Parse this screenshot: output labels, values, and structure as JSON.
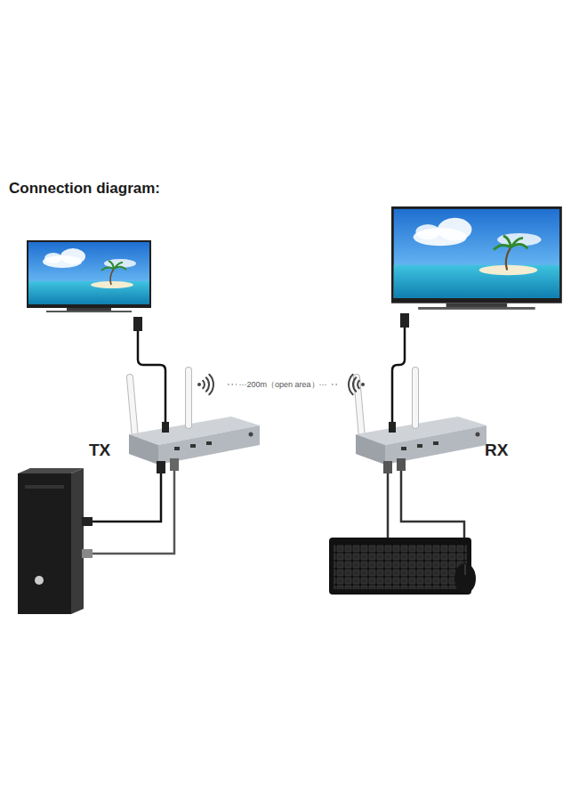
{
  "diagram": {
    "title": "Connection diagram:",
    "nodes": [
      {
        "text": [
          "TX"
        ]
      },
      {
        "text": [
          "RX"
        ]
      }
    ],
    "edges": [
      {
        "from": 0,
        "to": 1,
        "arrow": "none",
        "label": "···200m（open area）···"
      }
    ]
  }
}
